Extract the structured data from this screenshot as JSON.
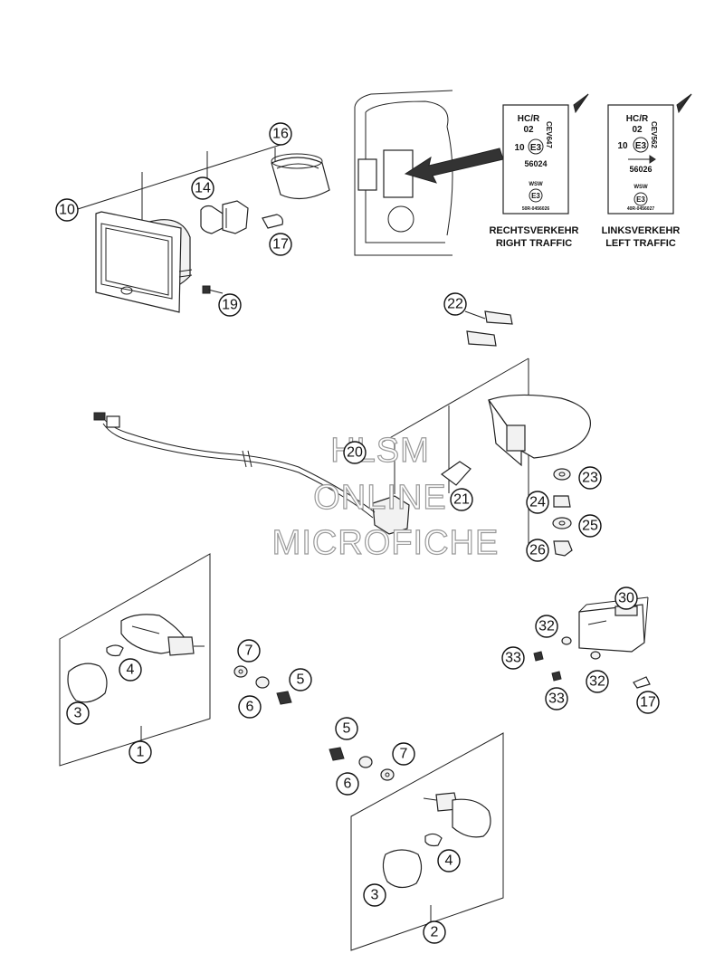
{
  "callouts": {
    "c10": "10",
    "c14": "14",
    "c16": "16",
    "c17a": "17",
    "c19": "19",
    "c22": "22",
    "c20": "20",
    "c21": "21",
    "c23": "23",
    "c24": "24",
    "c25": "25",
    "c26": "26",
    "c30": "30",
    "c32a": "32",
    "c32b": "32",
    "c33a": "33",
    "c33b": "33",
    "c17b": "17",
    "c7a": "7",
    "c6a": "6",
    "c5a": "5",
    "c4a": "4",
    "c3a": "3",
    "c1": "1",
    "c5b": "5",
    "c6b": "6",
    "c7b": "7",
    "c4b": "4",
    "c3b": "3",
    "c2": "2"
  },
  "labels_right": {
    "hc_r": "HC/R",
    "num02": "02",
    "cev": "CEV647",
    "ten": "10",
    "e3": "E3",
    "code": "56024",
    "wsw": "WSW",
    "small": "50R-0456026",
    "caption_line1": "RECHTSVERKEHR",
    "caption_line2": "RIGHT TRAFFIC"
  },
  "labels_left": {
    "hc_r": "HC/R",
    "num02": "02",
    "cev": "CEV562",
    "ten": "10",
    "e3": "E3",
    "code": "56026",
    "wsw": "WSW",
    "small": "40R-0456027",
    "caption_line1": "LINKSVERKEHR",
    "caption_line2": "LEFT TRAFFIC"
  },
  "watermark": {
    "line1": "HLSM",
    "line2": "ONLINE",
    "line3": "MICROFICHE"
  }
}
